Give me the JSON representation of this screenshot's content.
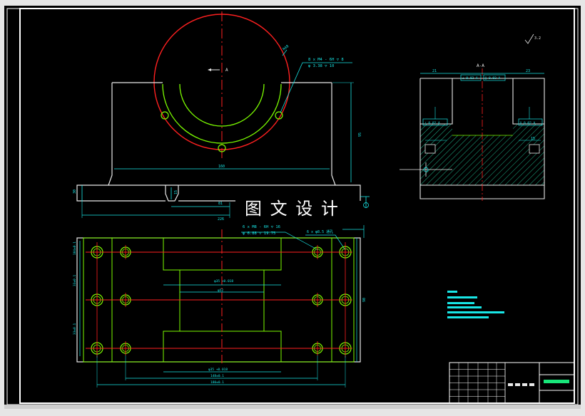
{
  "colors": {
    "background": "#000000",
    "frame": "#ffffff",
    "outline": "#e9e9e9",
    "part": "#7cfc00",
    "centerline": "#ff2020",
    "dimension": "#18e6e6",
    "hatch": "#1fb58c"
  },
  "watermark": "图 文 设 计",
  "top_view": {
    "bolt_note_line1": "8 x  M4 - 6H ▽ 8",
    "bolt_note_line2": "φ 3.38 ▽ 10",
    "view_arrow_label": "A",
    "radius_label": "R48",
    "dim_width": "160",
    "dim_height": "95",
    "dim_step_left": "30",
    "dim_step_mid": "15",
    "dim_slot": "81",
    "dim_total": "226"
  },
  "section_view": {
    "title": "A-A",
    "roughness_note": "3.2",
    "dim_left": "21",
    "dim_right": "23",
    "tol_box_1": "⊥ 0.02 A",
    "tol_box_2": "∥ 0.02 A",
    "side_box_left": "⊥ 0.02 A",
    "side_box_right": "∥ 0.02 A",
    "dim_side_right": "15"
  },
  "plan_view": {
    "thread_note_line1": "6 x  M8 - 6H ▽ 16",
    "thread_note_line2": "φ 6.88 ▽ 19.75",
    "cbore_note": "6 x φ8.5 通孔",
    "dim_left_top": "104±0.1",
    "dim_left_mid": "33±0.1",
    "dim_left_bot": "33±0.1",
    "dim_inner_upper": "φ35 +0.018",
    "dim_inner_width": "φ52",
    "dim_bottom_inner": "φ35 +0.018",
    "dim_bottom_mid": "148±0.1",
    "dim_bottom_total": "180±0.1",
    "dim_right": "90"
  }
}
